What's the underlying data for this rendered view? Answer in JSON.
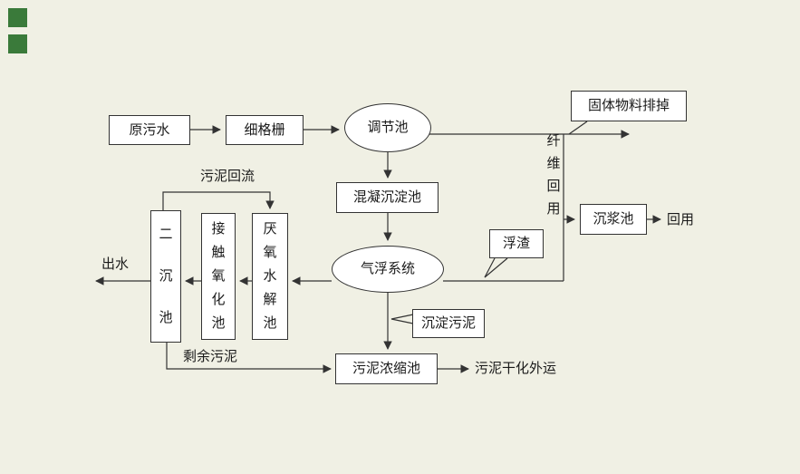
{
  "page": {
    "background_color": "#f0f0e4",
    "line_color": "#333333",
    "corner_marker_color": "#3a7a3a"
  },
  "nodes": {
    "raw_sewage": "原污水",
    "fine_screen": "细格栅",
    "regulating_tank": "调节池",
    "solid_discharge": "固体物料排掉",
    "coagulation_tank": "混凝沉淀池",
    "slurry_tank": "沉浆池",
    "air_flotation": "气浮系统",
    "anaerobic_tank": "厌氧水解池",
    "contact_oxidation_tank": "接触氧化池",
    "secondary_sedimentation_tank": "二沉池",
    "sludge_thickening_tank": "污泥浓缩池",
    "scum": "浮渣",
    "settled_sludge": "沉淀污泥"
  },
  "labels": {
    "sludge_return": "污泥回流",
    "effluent": "出水",
    "fiber_reuse": "纤维回用",
    "reuse": "回用",
    "excess_sludge": "剩余污泥",
    "sludge_drying_transport": "污泥干化外运"
  }
}
